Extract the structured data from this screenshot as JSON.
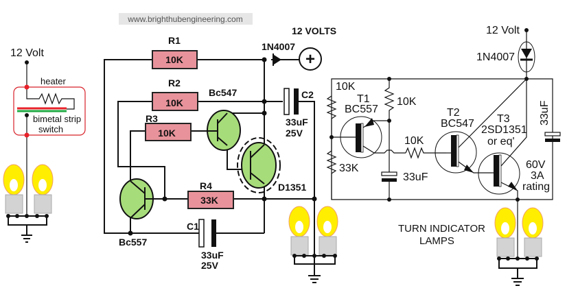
{
  "watermark": "www.brighthubengineering.com",
  "left_circuit": {
    "supply": "12 Volt",
    "heater_label": "heater",
    "switch_label_1": "bimetal strip",
    "switch_label_2": "switch"
  },
  "middle_circuit": {
    "supply": "12 VOLTS",
    "diode": "1N4007",
    "plus": "+",
    "resistors": [
      {
        "name": "R1",
        "value": "10K"
      },
      {
        "name": "R2",
        "value": "10K"
      },
      {
        "name": "R3",
        "value": "10K"
      },
      {
        "name": "R4",
        "value": "33K"
      }
    ],
    "capacitors": [
      {
        "name": "C1",
        "value": "33uF",
        "voltage": "25V"
      },
      {
        "name": "C2",
        "value": "33uF",
        "voltage": "25V"
      }
    ],
    "transistors": [
      "Bc547",
      "Bc557",
      "D1351"
    ]
  },
  "right_circuit": {
    "supply": "12 Volt",
    "diode": "1N4007",
    "r_top_left": "10K",
    "r_top_mid": "10K",
    "r_base": "10K",
    "r_bottom": "33K",
    "cap_mid": "33uF",
    "cap_right": "33uF",
    "t1": {
      "name": "T1",
      "type": "BC557"
    },
    "t2": {
      "name": "T2",
      "type": "BC547"
    },
    "t3": {
      "name": "T3",
      "type": "2SD1351",
      "alt": "or eq'"
    },
    "rating_1": "60V",
    "rating_2": "3A",
    "rating_3": "rating",
    "lamps_1": "TURN INDICATOR",
    "lamps_2": "LAMPS"
  }
}
